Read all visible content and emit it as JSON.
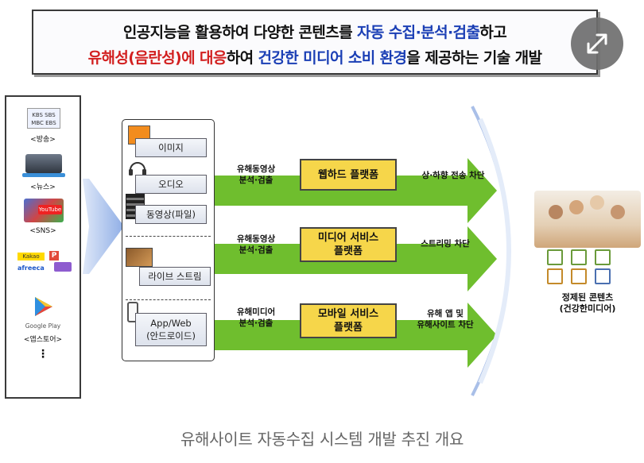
{
  "banner": {
    "line1_a": "인공지능을 활용하여 다양한 콘텐츠를 ",
    "line1_b": "자동 수집·분석·검출",
    "line1_c": "하고",
    "line2_a": "유해성(음란성)에 대응",
    "line2_b": "하여 ",
    "line2_c": "건강한 미디어 소비 환경",
    "line2_d": "을 제공하는 기술 개발"
  },
  "sources": [
    {
      "label": "<방송>",
      "logo_lines": [
        "KBS SBS",
        "MBC EBS"
      ]
    },
    {
      "label": "<뉴스>"
    },
    {
      "label": "<SNS>",
      "logo": "YouTube"
    },
    {
      "label": "",
      "logos": [
        "Kakao",
        "afreeca"
      ]
    },
    {
      "label": "<앱스토어>",
      "logo": "Google Play"
    },
    {
      "label": "⋮"
    }
  ],
  "categories": {
    "image": "이미지",
    "audio": "오디오",
    "video": "동영상(파일)",
    "live": "라이브 스트림",
    "app_line1": "App/Web",
    "app_line2": "(안드로이드)"
  },
  "rows": [
    {
      "left_line1": "유해동영상",
      "left_line2": "분석·검출",
      "box_line1": "웹하드 플랫폼",
      "box_line2": "",
      "right_line1": "상·하향 전송 차단",
      "right_line2": ""
    },
    {
      "left_line1": "유해동영상",
      "left_line2": "분석·검출",
      "box_line1": "미디어 서비스",
      "box_line2": "플랫폼",
      "right_line1": "스트리밍 차단",
      "right_line2": ""
    },
    {
      "left_line1": "유해미디어",
      "left_line2": "분석·검출",
      "box_line1": "모바일 서비스",
      "box_line2": "플랫폼",
      "right_line1": "유해 앱 및",
      "right_line2": "유해사이트 차단"
    }
  ],
  "result": {
    "line1": "정제된 콘텐츠",
    "line2": "(건강한미디어)"
  },
  "caption": "유해사이트 자동수집 시스템 개발 추진 개요",
  "colors": {
    "arrow_green": "#6fbe2e",
    "box_yellow": "#f6d64a",
    "funnel_blue": "#9fb8e8",
    "highlight_blue": "#1b3fb5",
    "highlight_red": "#d21f1f"
  }
}
